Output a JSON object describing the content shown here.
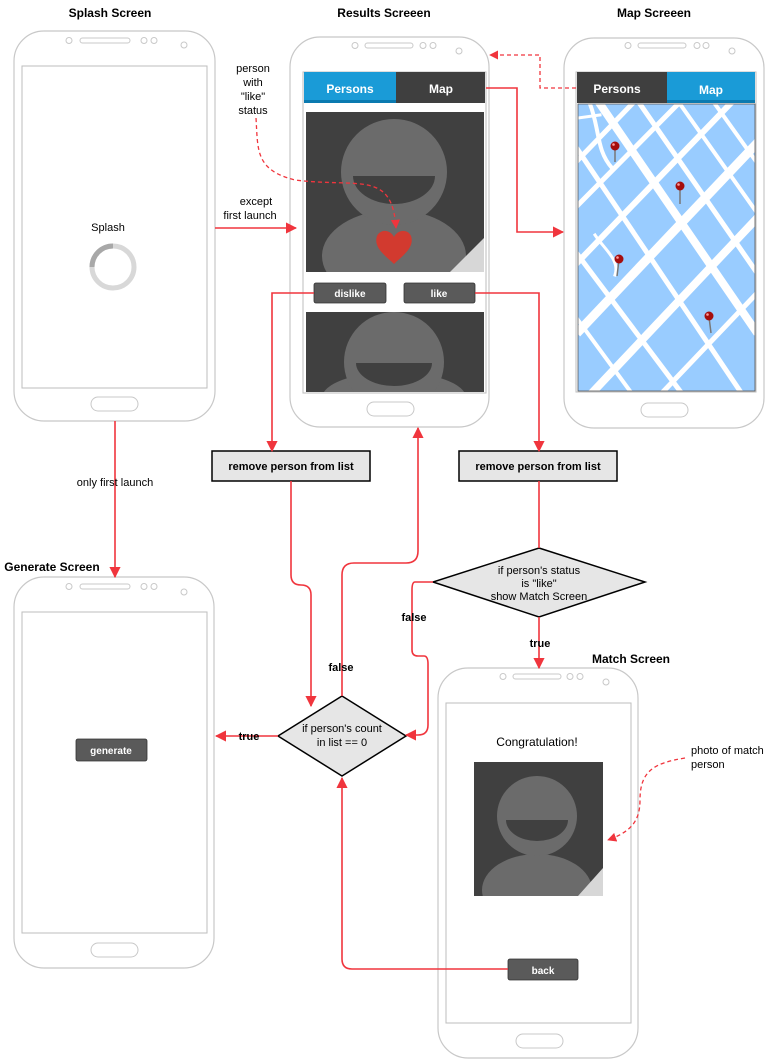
{
  "screens": {
    "splash": {
      "title": "Splash Screen",
      "content": "Splash"
    },
    "results": {
      "title": "Results Screeen",
      "tabs": [
        "Persons",
        "Map"
      ],
      "dislike": "dislike",
      "like": "like"
    },
    "map": {
      "title": "Map Screeen",
      "tabs": [
        "Persons",
        "Map"
      ]
    },
    "generate": {
      "title": "Generate Screen",
      "button": "generate"
    },
    "match": {
      "title": "Match Screen",
      "congrats": "Congratulation!",
      "back": "back"
    }
  },
  "annotations": {
    "person_like": [
      "person",
      "with",
      "\"like\"",
      "status"
    ],
    "except_first": [
      "except",
      "first launch"
    ],
    "only_first": "only first launch",
    "photo_match": [
      "photo of match",
      "person"
    ]
  },
  "flow": {
    "remove_left": "remove person from list",
    "remove_right": "remove person from list",
    "status_diamond": [
      "if person's status",
      "is \"like\"",
      "show Match Screen"
    ],
    "count_diamond": [
      "if person's count",
      "in list == 0"
    ],
    "false_1": "false",
    "false_2": "false",
    "true_1": "true",
    "true_2": "true"
  },
  "colors": {
    "flow": "#f0353d",
    "tab_active": "#1a9bd7",
    "tab_inactive": "#3f3f3f",
    "button": "#5a5a5a",
    "map_water": "#99ccff",
    "heart": "#d23a2f"
  }
}
